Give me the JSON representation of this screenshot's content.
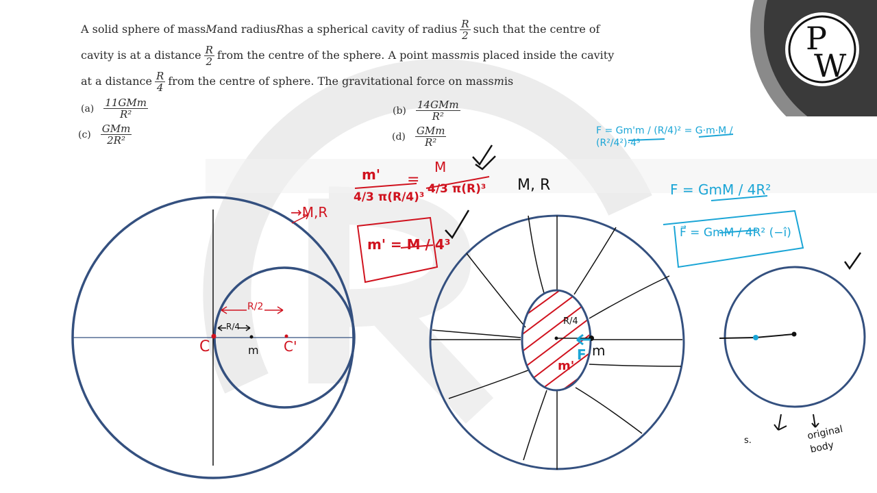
{
  "question": {
    "line1_a": "A solid  sphere of mass ",
    "M": "M",
    "line1_b": " and radius ",
    "R": "R",
    "line1_c": " has  a spherical cavity of radius ",
    "frac_R2_num": "R",
    "frac_R2_den": "2",
    "line1_d": " such that the centre of",
    "line2_a": "cavity is at a distance ",
    "line2_b": " from the centre of the sphere. A point mass ",
    "m": "m",
    "line2_c": " is placed inside the cavity",
    "line3_a": "at a distance ",
    "frac_R4_num": "R",
    "frac_R4_den": "4",
    "line3_b": " from the centre of sphere. The gravitational force on mass ",
    "line3_c": " is"
  },
  "options": [
    {
      "label": "(a)",
      "num": "11GMm",
      "den": "R²"
    },
    {
      "label": "(b)",
      "num": "14GMm",
      "den": "R²"
    },
    {
      "label": "(c)",
      "num": "GMm",
      "den": "2R²"
    },
    {
      "label": "(d)",
      "num": "GMm",
      "den": "R²"
    }
  ],
  "logo": {
    "letters": "PW",
    "letter_top": "P",
    "letter_bottom": "W"
  },
  "annotations": {
    "red_arrow_label": "→M,R",
    "red_eq_m1_num": "m'",
    "red_eq_m1_den": "4/3 π(R/4)³",
    "red_eq_equals": "=",
    "red_eq_M_num": "M",
    "red_eq_M_den": "4/3 π(R)³",
    "red_boxed_result": "m' = M / 4³",
    "black_label_MR": "M, R",
    "blue_eq1": "F = Gm'm / (R/4)² = G·m·M / (R²/4²)·4³",
    "blue_eq2": "F = GmM / 4R²",
    "blue_boxed_result": "F⃗ = GmM / 4R² (−î)",
    "left_diagram": {
      "label_C": "C",
      "label_C1": "C'",
      "label_m": "m",
      "label_R2": "R/2",
      "label_R4": "R/4"
    },
    "middle_diagram": {
      "label_R4": "R/4",
      "label_m": "m",
      "label_m1": "m'",
      "label_F": "F"
    },
    "right_diagram": {
      "label_s": "s.",
      "label_original_body": "original body"
    }
  },
  "colors": {
    "circle_blue": "#34507f",
    "ink_red": "#d0121e",
    "ink_cyan": "#1aa5d6",
    "ink_black": "#111111",
    "logo_dark": "#3a3a3a",
    "watermark": "#ececec"
  }
}
